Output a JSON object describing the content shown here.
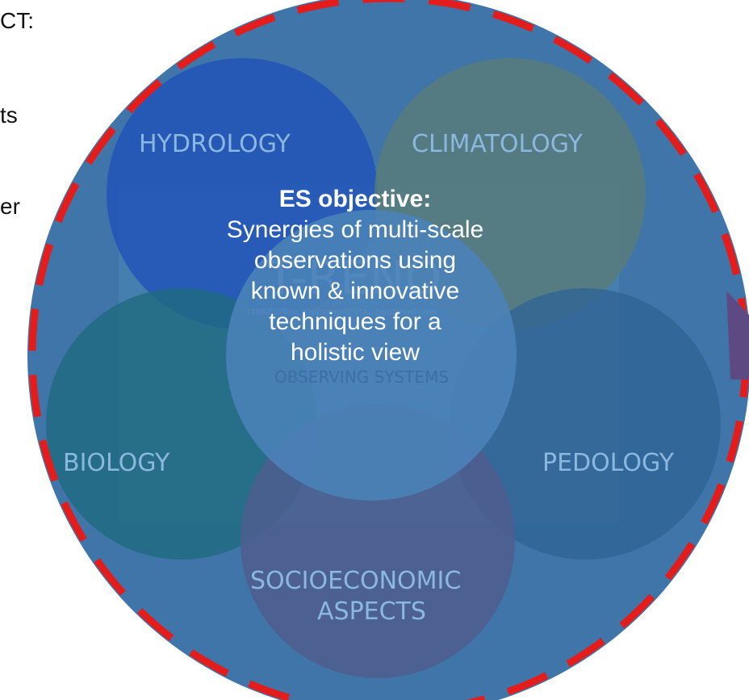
{
  "left_text": [
    "CT:",
    "ts",
    "er"
  ],
  "topics": {
    "hydrology": "HYDROLOGY",
    "climatology": "CLIMATOLOGY",
    "biology": "BIOLOGY",
    "pedology": "PEDOLOGY",
    "socioeconomic": [
      "SOCIOECONOMIC",
      "ASPECTS"
    ]
  },
  "logo": {
    "name": "T-RENO",
    "subtitle": "TERRESTRIAL ENVIRONMENTAL OBSERVATORIA",
    "systems": "OBSERVING SYSTEMS",
    "fragment": "OBSERVATORIA"
  },
  "objective": {
    "title": "ES objective:",
    "desc": [
      "Synergies of multi-scale",
      "observations using",
      "known & innovative",
      "techniques for a",
      "holistic view"
    ]
  },
  "colors": {
    "big_circle": "#3f75a8",
    "dashed_ring": "#e31c1c",
    "hydrology": "#2255b8",
    "climatology": "#5a7c78",
    "biology": "#1f6a80",
    "pedology": "#2f6495",
    "socioeconomic": "#4f5e8e",
    "center": "#4a82b8"
  }
}
